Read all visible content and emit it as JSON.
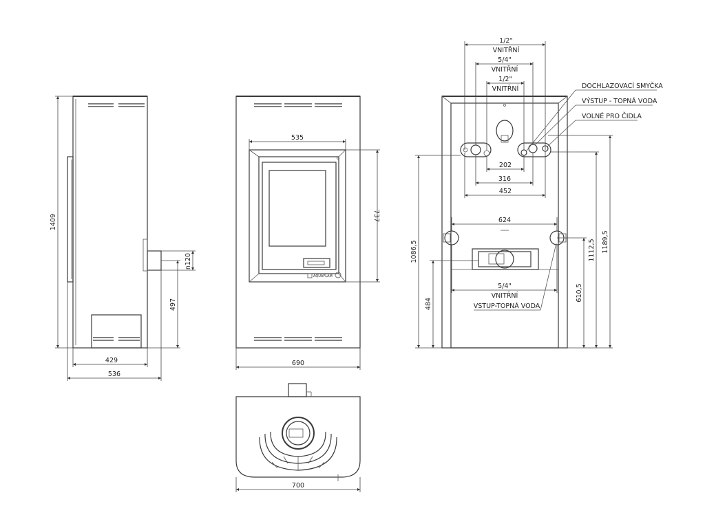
{
  "side_view": {
    "height_total": "1409",
    "flue_height": "497",
    "flue_diameter": "n120",
    "depth_body": "429",
    "depth_total": "536"
  },
  "front_view": {
    "door_width": "535",
    "door_height": "737",
    "width": "690",
    "brand": "AQUAFLAM"
  },
  "top_view": {
    "width": "700"
  },
  "rear_view": {
    "top_connections": [
      {
        "size": "1/2\"",
        "type": "VNITŘNÍ"
      },
      {
        "size": "5/4\"",
        "type": "VNITŘNÍ"
      },
      {
        "size": "1/2\"",
        "type": "VNITŘNÍ"
      }
    ],
    "callouts": [
      "DOCHLAZOVACÍ SMYČKA",
      "VÝSTUP - TOPNÁ VODA",
      "VOLNÉ PRO ČIDLA"
    ],
    "spacing_202": "202",
    "spacing_316": "316",
    "spacing_452": "452",
    "spacing_624": "624",
    "bottom_connection": {
      "size": "5/4\"",
      "type": "VNITŘNÍ"
    },
    "bottom_callout": "VSTUP-TOPNÁ VODA",
    "height_1086": "1086,5",
    "height_484": "484",
    "height_610": "610,5",
    "height_1112": "1112,5",
    "height_1189": "1189,5"
  }
}
